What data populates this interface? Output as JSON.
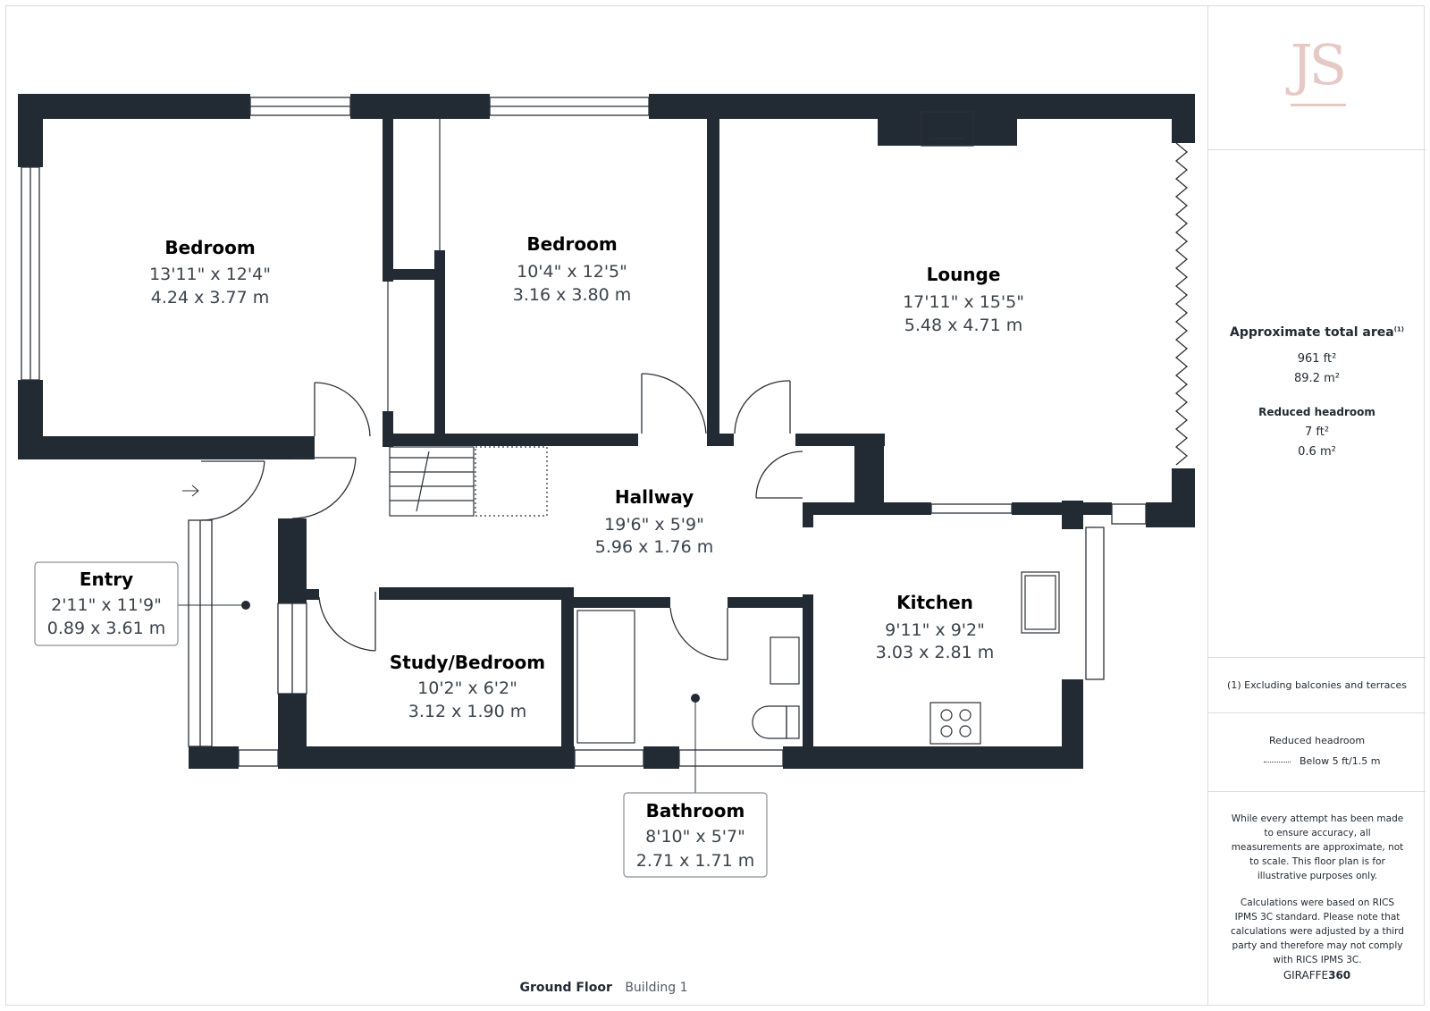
{
  "rooms": [
    {
      "id": "bedroom-1",
      "name": "Bedroom",
      "imperial": "13'11\" x 12'4\"",
      "metric": "4.24 x 3.77 m"
    },
    {
      "id": "bedroom-2",
      "name": "Bedroom",
      "imperial": "10'4\" x 12'5\"",
      "metric": "3.16 x 3.80 m"
    },
    {
      "id": "lounge",
      "name": "Lounge",
      "imperial": "17'11\" x 15'5\"",
      "metric": "5.48 x 4.71 m"
    },
    {
      "id": "hallway",
      "name": "Hallway",
      "imperial": "19'6\" x 5'9\"",
      "metric": "5.96 x 1.76 m"
    },
    {
      "id": "entry",
      "name": "Entry",
      "imperial": "2'11\" x 11'9\"",
      "metric": "0.89 x 3.61 m"
    },
    {
      "id": "study",
      "name": "Study/Bedroom",
      "imperial": "10'2\" x 6'2\"",
      "metric": "3.12 x 1.90 m"
    },
    {
      "id": "kitchen",
      "name": "Kitchen",
      "imperial": "9'11\" x 9'2\"",
      "metric": "3.03 x 2.81 m"
    },
    {
      "id": "bathroom",
      "name": "Bathroom",
      "imperial": "8'10\" x 5'7\"",
      "metric": "2.71 x 1.71 m"
    }
  ],
  "footer": {
    "floor": "Ground Floor",
    "building": "Building 1"
  },
  "sidebar": {
    "logo": "JS",
    "area_title": "Approximate total area",
    "area_sup": "(1)",
    "area_ft": "961 ft²",
    "area_m": "89.2 m²",
    "headroom_title": "Reduced headroom",
    "headroom_ft": "7 ft²",
    "headroom_m": "0.6 m²",
    "note": "(1) Excluding balconies and terraces",
    "legend_title": "Reduced headroom",
    "legend_label": "Below 5 ft/1.5 m",
    "disclaimer_1": "While every attempt has been made to ensure accuracy, all measurements are approximate, not to scale. This floor plan is for illustrative purposes only.",
    "disclaimer_2": "Calculations were based on RICS IPMS 3C standard. Please note that calculations were adjusted by a third party and therefore may not comply with RICS IPMS 3C.",
    "brand_a": "GIRAFFE",
    "brand_b": "360"
  },
  "colors": {
    "wall": "#222a33",
    "line": "#2b3138",
    "label_border": "#8a9096",
    "logo": "#e6c9c5"
  }
}
